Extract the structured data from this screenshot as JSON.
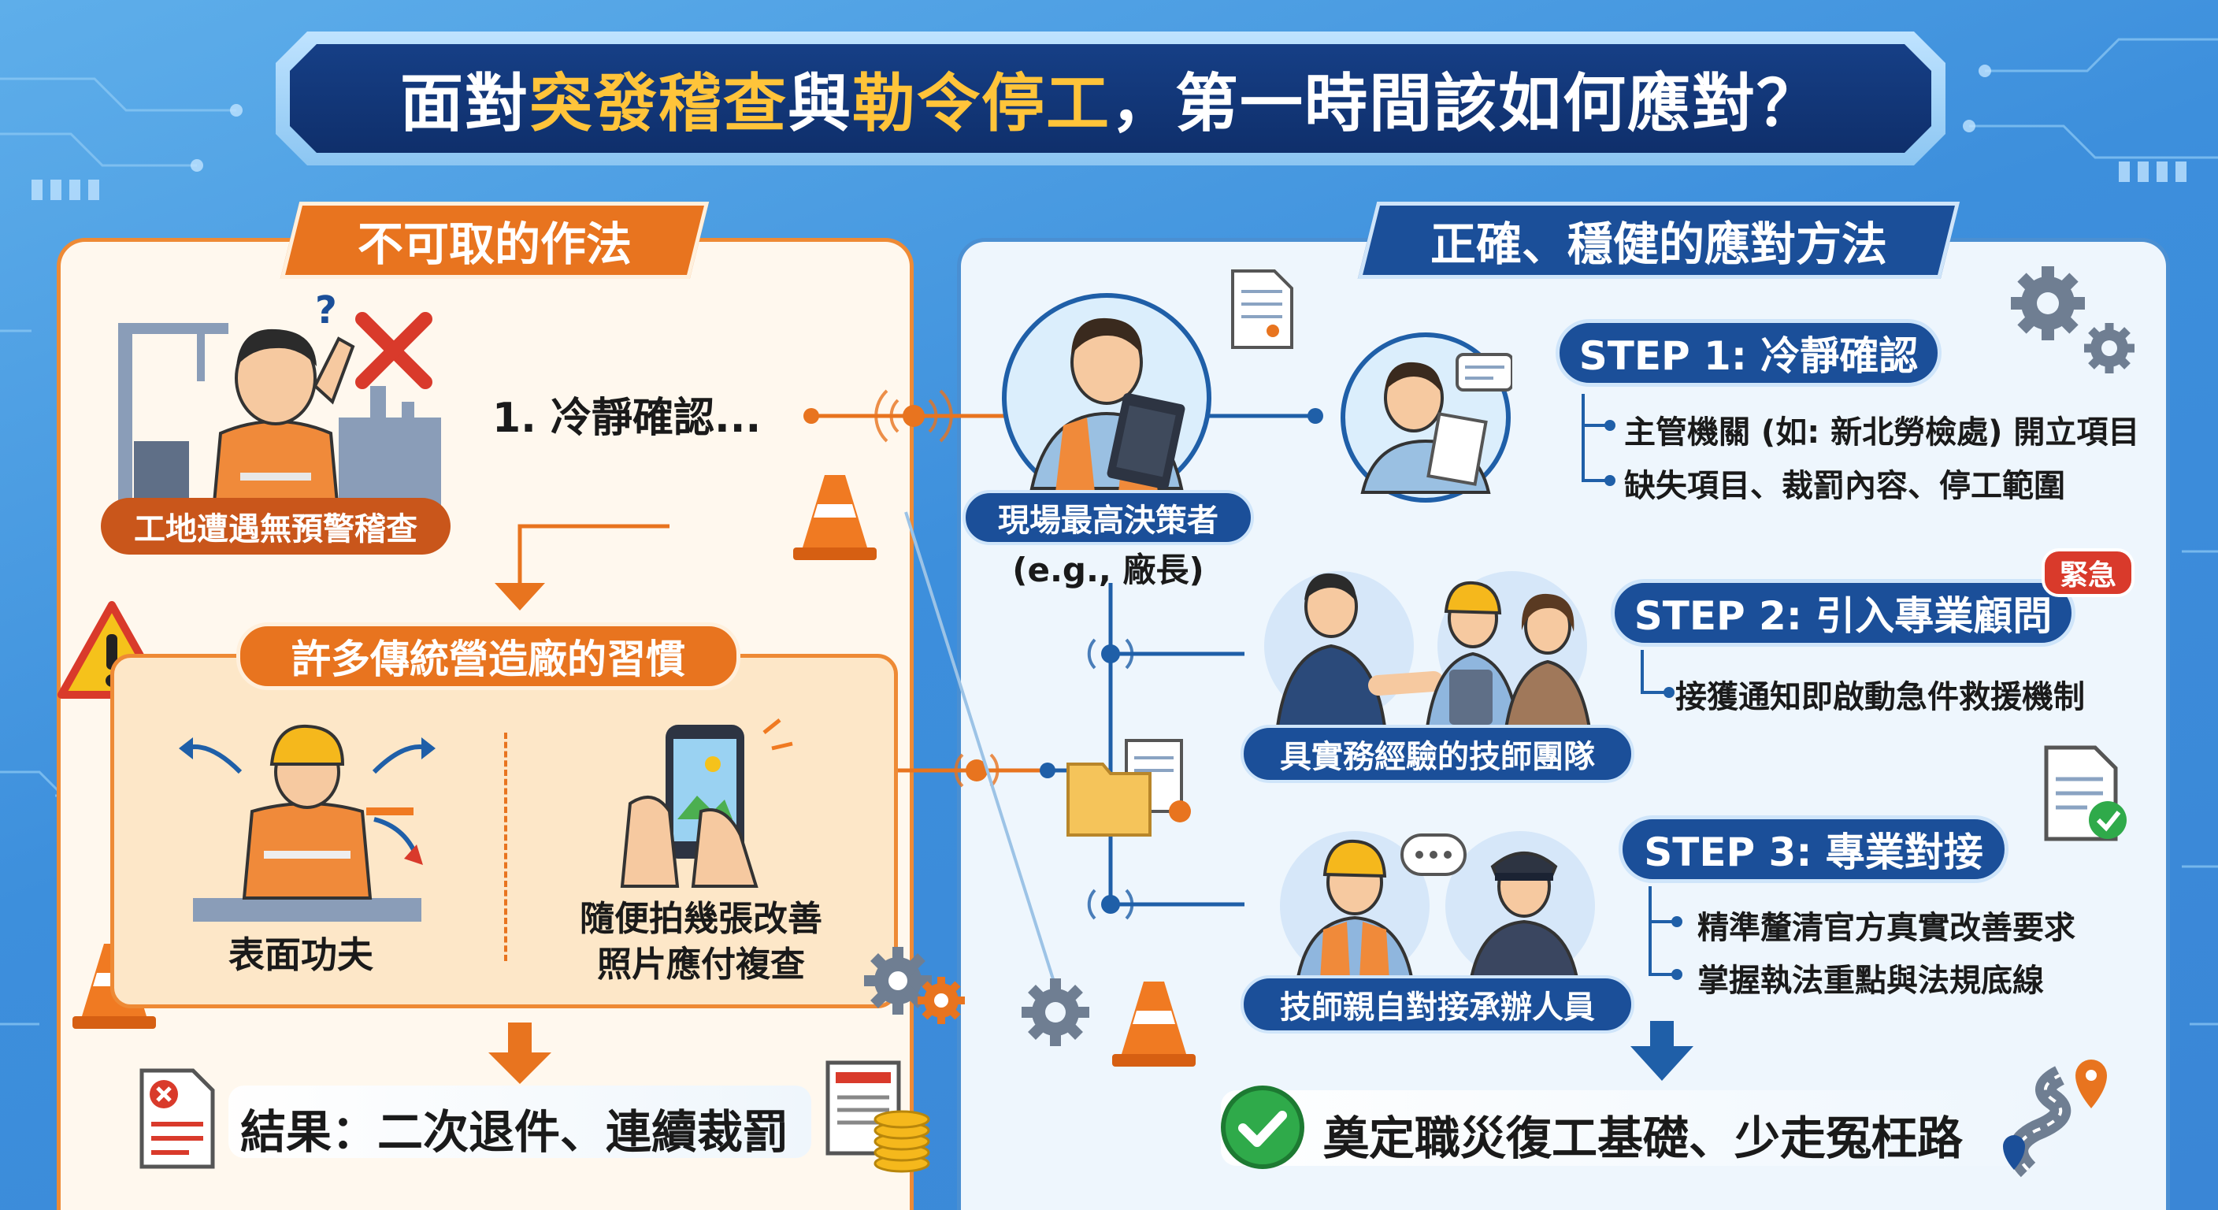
{
  "title": {
    "part1": "面對",
    "highlight1": "突發稽查",
    "part2": "與",
    "highlight2": "勒令停工",
    "part3": "，第一時間該如何應對？"
  },
  "left": {
    "header": "不可取的作法",
    "scene_label": "工地遭遇無預警稽查",
    "scene_action": "1. 冷靜確認...",
    "habits_header": "許多傳統營造廠的習慣",
    "habit1": "表面功夫",
    "habit2_line1": "隨便拍幾張改善",
    "habit2_line2": "照片應付複查",
    "result": "結果：二次退件、連續裁罰"
  },
  "right": {
    "header": "正確、穩健的應對方法",
    "decider_label": "現場最高決策者",
    "decider_sub": "(e.g., 廠長)",
    "team_label": "具實務經驗的技師團隊",
    "liaison_label": "技師親自對接承辦人員",
    "steps": [
      {
        "label": "STEP 1: 冷靜確認",
        "bullets": [
          "主管機關 (如: 新北勞檢處) 開立項目",
          "缺失項目、裁罰內容、停工範圍"
        ]
      },
      {
        "label": "STEP 2: 引入專業顧問",
        "badge": "緊急",
        "bullets": [
          "接獲通知即啟動急件救援機制"
        ]
      },
      {
        "label": "STEP 3: 專業對接",
        "bullets": [
          "精準釐清官方真實改善要求",
          "掌握執法重點與法規底線"
        ]
      }
    ],
    "result": "奠定職災復工基礎、少走冤枉路"
  },
  "colors": {
    "orange": "#e8741f",
    "navy": "#1b4f99",
    "red_badge": "#d93a2b",
    "green_check": "#2faa4a"
  }
}
